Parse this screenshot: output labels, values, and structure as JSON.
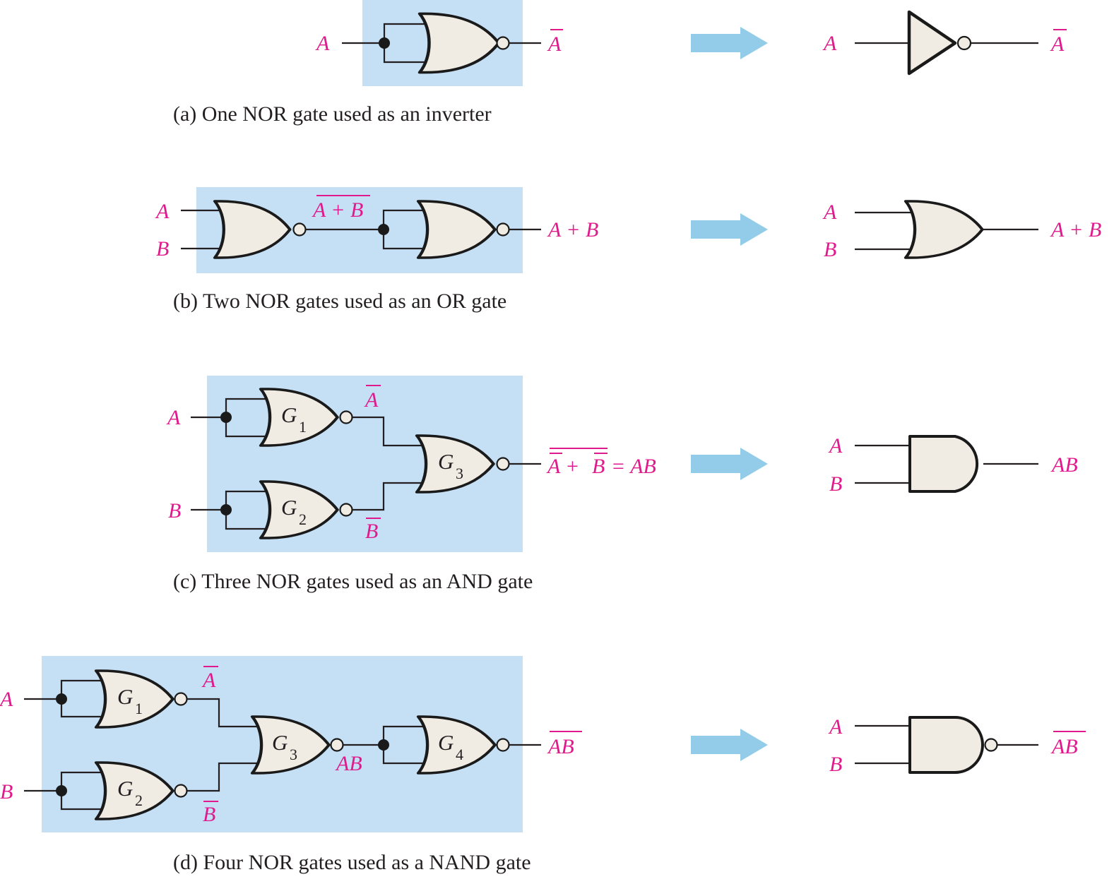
{
  "colors": {
    "label": "#e0198c",
    "panel_background": "#c5dff4",
    "gate_fill": "#f0ece3",
    "arrow": "#93cce8",
    "line": "#231f20"
  },
  "panels": [
    {
      "id": "a",
      "caption": "(a) One NOR gate used as an inverter",
      "inputs": [
        "A"
      ],
      "output": "A",
      "output_overbar": true,
      "equivalent": {
        "gate": "NOT",
        "inputs": [
          "A"
        ],
        "output": "A",
        "output_overbar": true
      }
    },
    {
      "id": "b",
      "caption": "(b) Two NOR gates used as an OR gate",
      "inputs": [
        "A",
        "B"
      ],
      "intermediate": "A + B",
      "intermediate_overbar": true,
      "output": "A + B",
      "equivalent": {
        "gate": "OR",
        "inputs": [
          "A",
          "B"
        ],
        "output": "A + B"
      }
    },
    {
      "id": "c",
      "caption": "(c) Three NOR gates used as an AND gate",
      "inputs": [
        "A",
        "B"
      ],
      "gates": [
        {
          "name": "G",
          "sub": "1"
        },
        {
          "name": "G",
          "sub": "2"
        },
        {
          "name": "G",
          "sub": "3"
        }
      ],
      "intermediate_a": "A",
      "intermediate_b": "B",
      "output_lhs_a": "A",
      "output_plus": "+",
      "output_lhs_b": "B",
      "output_rhs": "= AB",
      "equivalent": {
        "gate": "AND",
        "inputs": [
          "A",
          "B"
        ],
        "output": "AB"
      }
    },
    {
      "id": "d",
      "caption": "(d) Four NOR gates used as a NAND gate",
      "inputs": [
        "A",
        "B"
      ],
      "gates": [
        {
          "name": "G",
          "sub": "1"
        },
        {
          "name": "G",
          "sub": "2"
        },
        {
          "name": "G",
          "sub": "3"
        },
        {
          "name": "G",
          "sub": "4"
        }
      ],
      "intermediate_a": "A",
      "intermediate_b": "B",
      "intermediate_ab": "AB",
      "output": "AB",
      "output_overbar": true,
      "equivalent": {
        "gate": "NAND",
        "inputs": [
          "A",
          "B"
        ],
        "output": "AB",
        "output_overbar": true
      }
    }
  ]
}
